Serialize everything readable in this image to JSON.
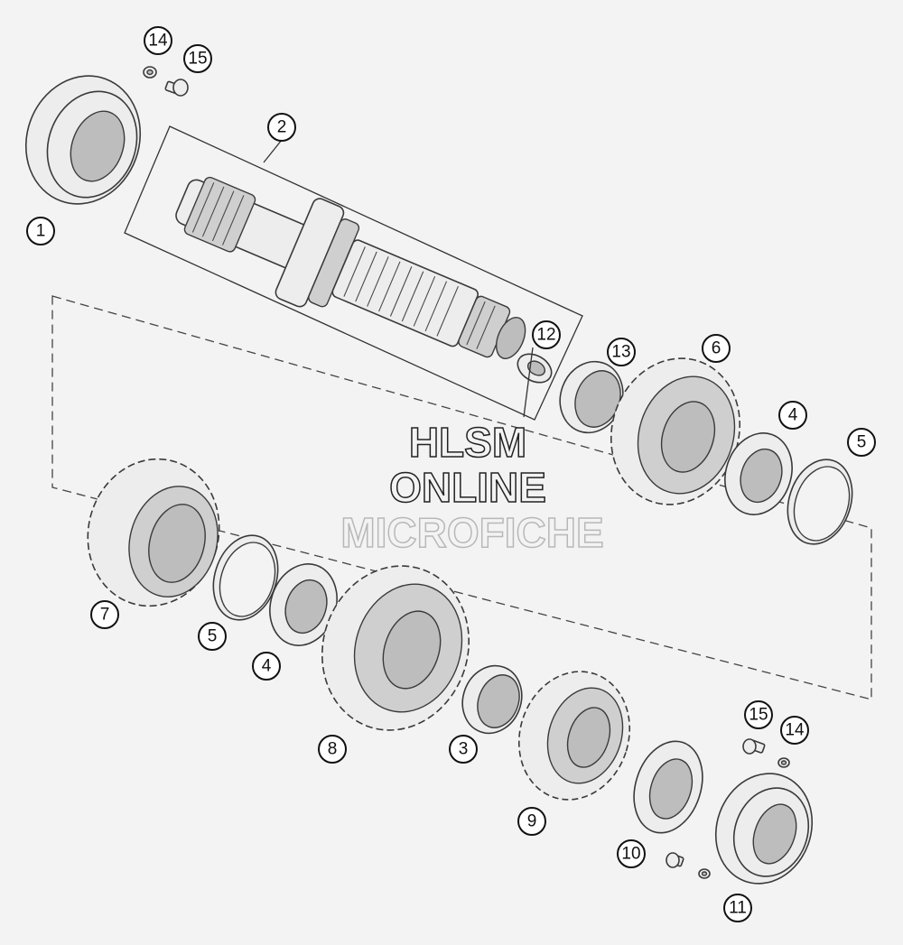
{
  "watermark": {
    "line1": "HLSM",
    "line2": "ONLINE",
    "line3": "MICROFICHE"
  },
  "callouts": [
    {
      "id": "c1",
      "number": "1"
    },
    {
      "id": "c2",
      "number": "2"
    },
    {
      "id": "c3",
      "number": "3"
    },
    {
      "id": "c4a",
      "number": "4"
    },
    {
      "id": "c4b",
      "number": "4"
    },
    {
      "id": "c5a",
      "number": "5"
    },
    {
      "id": "c5b",
      "number": "5"
    },
    {
      "id": "c6",
      "number": "6"
    },
    {
      "id": "c7",
      "number": "7"
    },
    {
      "id": "c8",
      "number": "8"
    },
    {
      "id": "c9",
      "number": "9"
    },
    {
      "id": "c10",
      "number": "10"
    },
    {
      "id": "c11",
      "number": "11"
    },
    {
      "id": "c12",
      "number": "12"
    },
    {
      "id": "c13",
      "number": "13"
    },
    {
      "id": "c14a",
      "number": "14"
    },
    {
      "id": "c14b",
      "number": "14"
    },
    {
      "id": "c15a",
      "number": "15"
    },
    {
      "id": "c15b",
      "number": "15"
    }
  ]
}
